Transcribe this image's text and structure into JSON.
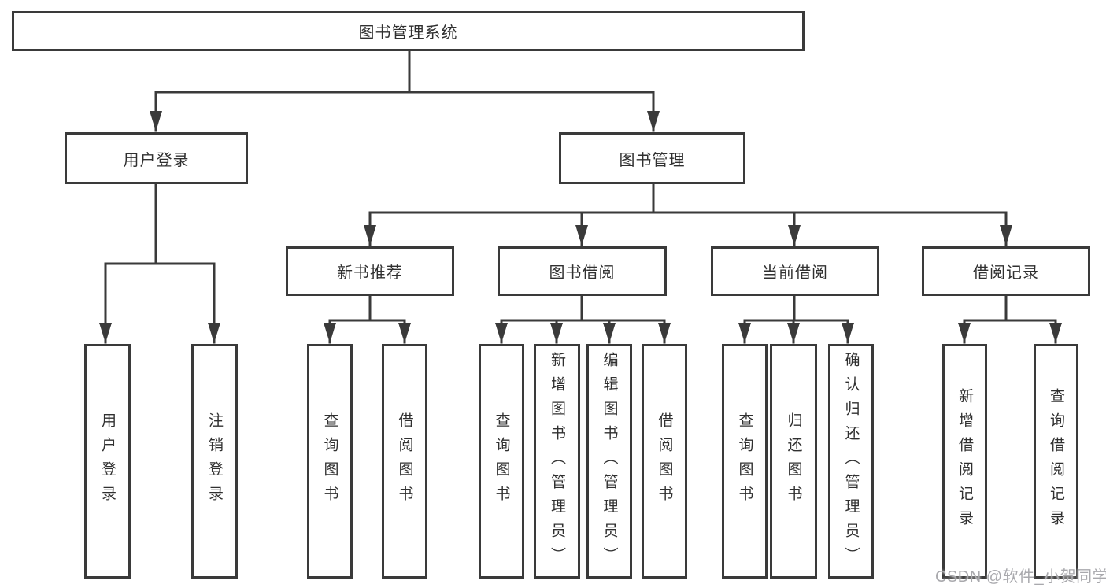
{
  "tree": {
    "root": {
      "label": "图书管理系统",
      "children": [
        {
          "label": "用户登录",
          "children": [
            {
              "label": "用户登录"
            },
            {
              "label": "注销登录"
            }
          ]
        },
        {
          "label": "图书管理",
          "children": [
            {
              "label": "新书推荐",
              "children": [
                {
                  "label": "查询图书"
                },
                {
                  "label": "借阅图书"
                }
              ]
            },
            {
              "label": "图书借阅",
              "children": [
                {
                  "label": "查询图书"
                },
                {
                  "label": "新增图书（管理员）"
                },
                {
                  "label": "编辑图书（管理员）"
                },
                {
                  "label": "借阅图书"
                }
              ]
            },
            {
              "label": "当前借阅",
              "children": [
                {
                  "label": "查询图书"
                },
                {
                  "label": "归还图书"
                },
                {
                  "label": "确认归还（管理员）"
                }
              ]
            },
            {
              "label": "借阅记录",
              "children": [
                {
                  "label": "新增借阅记录"
                },
                {
                  "label": "查询借阅记录"
                }
              ]
            }
          ]
        }
      ]
    }
  },
  "watermark": "CSDN @软件_小贺同学",
  "colors": {
    "line": "#3a3a3a",
    "text": "#303030",
    "bg": "#ffffff",
    "watermark": "#a9a9ad"
  }
}
